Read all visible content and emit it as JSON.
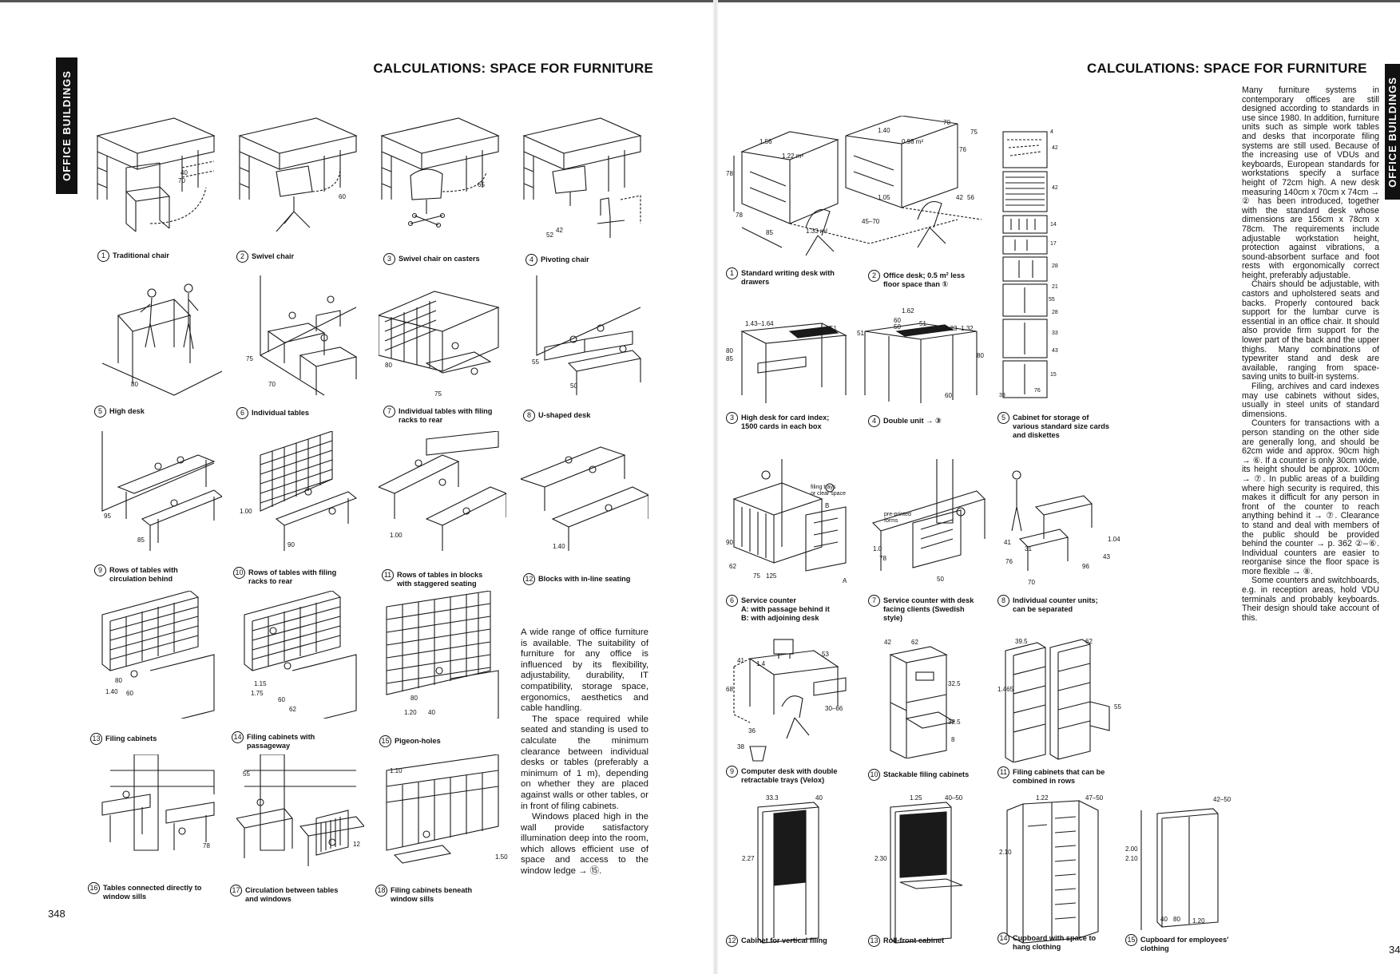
{
  "left": {
    "tab": "OFFICE BUILDINGS",
    "title": "CALCULATIONS: SPACE FOR FURNITURE",
    "page_number": "348",
    "captions": [
      {
        "n": "1",
        "text": "Traditional chair"
      },
      {
        "n": "2",
        "text": "Swivel chair"
      },
      {
        "n": "3",
        "text": "Swivel chair on casters"
      },
      {
        "n": "4",
        "text": "Pivoting chair"
      },
      {
        "n": "5",
        "text": "High desk"
      },
      {
        "n": "6",
        "text": "Individual tables"
      },
      {
        "n": "7",
        "text": "Individual tables with filing\nracks to rear"
      },
      {
        "n": "8",
        "text": "U-shaped desk"
      },
      {
        "n": "9",
        "text": "Rows of tables with\ncirculation behind"
      },
      {
        "n": "10",
        "text": "Rows of tables with filing\nracks to rear"
      },
      {
        "n": "11",
        "text": "Rows of tables in blocks\nwith staggered seating"
      },
      {
        "n": "12",
        "text": "Blocks with in-line seating"
      },
      {
        "n": "13",
        "text": "Filing cabinets"
      },
      {
        "n": "14",
        "text": "Filing cabinets with\npassageway"
      },
      {
        "n": "15",
        "text": "Pigeon-holes"
      },
      {
        "n": "16",
        "text": "Tables connected directly to\nwindow sills"
      },
      {
        "n": "17",
        "text": "Circulation between tables\nand windows"
      },
      {
        "n": "18",
        "text": "Filing cabinets beneath\nwindow sills"
      }
    ],
    "dims": {
      "f1": [
        "40",
        "70"
      ],
      "f2": [
        "60"
      ],
      "f3": [
        "65"
      ],
      "f4": [
        "52",
        "42"
      ],
      "f5": [
        "80"
      ],
      "f6": [
        "75",
        "70"
      ],
      "f7": [
        "80",
        "75"
      ],
      "f8": [
        "55",
        "50"
      ],
      "f9": [
        "95",
        "85"
      ],
      "f10": [
        "1.00",
        "90"
      ],
      "f11": [
        "1.00"
      ],
      "f12": [
        "1.40"
      ],
      "f13": [
        "80",
        "1.40",
        "60"
      ],
      "f14": [
        "1.15",
        "1.75",
        "60",
        "62"
      ],
      "f15": [
        "80",
        "1.20",
        "40"
      ],
      "f16": [
        "78"
      ],
      "f17": [
        "55",
        "12"
      ],
      "f18": [
        "1.10",
        "1.50"
      ]
    },
    "paragraphs": [
      "A wide range of office furniture is available. The suitability of furniture for any office is influenced by its flexibility, adjustability, durability, IT compatibility, storage space, ergonomics, aesthetics and cable handling.",
      "The space required while seated and standing is used to calculate the minimum clearance between individual desks or tables (preferably a minimum of 1 m), depending on whether they are placed against walls or other tables, or in front of filing cabinets.",
      "Windows placed high in the wall provide satisfactory illumination deep into the room, which allows efficient use of space and access to the window ledge → ⑮."
    ]
  },
  "right": {
    "tab": "OFFICE BUILDINGS",
    "title": "CALCULATIONS: SPACE FOR FURNITURE",
    "page_number": "34",
    "captions": [
      {
        "n": "1",
        "text": "Standard writing desk with\ndrawers"
      },
      {
        "n": "2",
        "text": "Office desk; 0.5 m² less\nfloor space than ①"
      },
      {
        "n": "3",
        "text": "High desk for card index;\n1500 cards in each box"
      },
      {
        "n": "4",
        "text": "Double unit → ③"
      },
      {
        "n": "5",
        "text": "Cabinet for storage of\nvarious standard size cards\nand diskettes"
      },
      {
        "n": "6",
        "text": "Service counter\nA: with passage behind it\nB: with adjoining desk"
      },
      {
        "n": "7",
        "text": "Service counter with desk\nfacing clients (Swedish\nstyle)"
      },
      {
        "n": "8",
        "text": "Individual counter units;\ncan be separated"
      },
      {
        "n": "9",
        "text": "Computer desk with double\nretractable trays (Velox)"
      },
      {
        "n": "10",
        "text": "Stackable filing cabinets"
      },
      {
        "n": "11",
        "text": "Filing cabinets that can be\ncombined in rows"
      },
      {
        "n": "12",
        "text": "Cabinet for vertical filing"
      },
      {
        "n": "13",
        "text": "Roll-front cabinet"
      },
      {
        "n": "14",
        "text": "Cupboard with space to\nhang clothing"
      },
      {
        "n": "15",
        "text": "Cupboard for employees'\nclothing"
      }
    ],
    "dims": {
      "f1": [
        "1.56",
        "1.22 m²",
        "78",
        "78",
        "85",
        "1.33 m²"
      ],
      "f2": [
        "1.40",
        "0.98 m²",
        "70",
        "75",
        "76",
        "1.05",
        "42",
        "56",
        "45–70"
      ],
      "f3": [
        "1.43–1.64",
        "51",
        "80",
        "85"
      ],
      "f4": [
        "1.62",
        "60",
        "50",
        "51",
        "51",
        "1.23–1.32",
        "80",
        "60"
      ],
      "f5": [
        "4",
        "42",
        "42",
        "14",
        "17",
        "28",
        "21",
        "55",
        "28",
        "33",
        "43",
        "15",
        "39",
        "76"
      ],
      "f6": [
        "90",
        "62",
        "75",
        "125",
        "A",
        "B",
        "filing trays\nor clear space"
      ],
      "f7": [
        "pre-printed\nforms",
        "1.0",
        "78",
        "50"
      ],
      "f8": [
        "41",
        "31",
        "76",
        "1.04",
        "43",
        "96",
        "70"
      ],
      "f9": [
        "41",
        "1.4",
        "53",
        "68",
        "36",
        "30–66",
        "38"
      ],
      "f10": [
        "42",
        "62",
        "32.5",
        "32.5",
        "8"
      ],
      "f11": [
        "39.5",
        "62",
        "1.465",
        "55"
      ],
      "f12": [
        "33.3",
        "40",
        "2.27"
      ],
      "f13": [
        "1.25",
        "40–50",
        "2.30"
      ],
      "f14": [
        "1.22",
        "47–50",
        "2.10"
      ],
      "f15": [
        "42–50",
        "2.00",
        "2.10",
        "40",
        "80",
        "1.20"
      ]
    },
    "paragraphs": [
      "Many furniture systems in contemporary offices are still designed according to standards in use since 1980. In addition, furniture units such as simple work tables and desks that incorporate filing systems are still used. Because of the increasing use of VDUs and keyboards, European standards for workstations specify a surface height of 72cm high. A new desk measuring 140cm x 70cm x 74cm → ② has been introduced, together with the standard desk whose dimensions are 156cm x 78cm x 78cm. The requirements include adjustable workstation height, protection against vibrations, a sound-absorbent surface and foot rests with ergonomically correct height, preferably adjustable.",
      "Chairs should be adjustable, with castors and upholstered seats and backs. Properly contoured back support for the lumbar curve is essential in an office chair. It should also provide firm support for the lower part of the back and the upper thighs. Many combinations of typewriter stand and desk are available, ranging from space-saving units to built-in systems.",
      "Filing, archives and card indexes may use cabinets without sides, usually in steel units of standard dimensions.",
      "Counters for transactions with a person standing on the other side are generally long, and should be 62cm wide and approx. 90cm high → ⑥. If a counter is only 30cm wide, its height should be approx. 100cm → ⑦. In public areas of a building where high security is required, this makes it difficult for any person in front of the counter to reach anything behind it → ⑦. Clearance to stand and deal with members of the public should be provided behind the counter → p. 362 ②–⑥. Individual counters are easier to reorganise since the floor space is more flexible → ⑧.",
      "Some counters and switchboards, e.g. in reception areas, hold VDU terminals and probably keyboards. Their design should take account of this."
    ]
  }
}
